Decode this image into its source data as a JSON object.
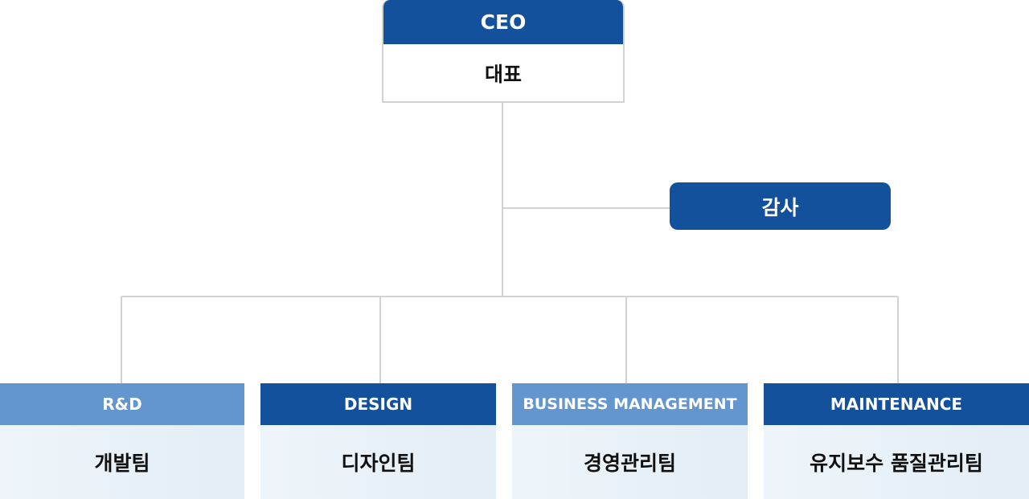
{
  "ceo": {
    "header": "CEO",
    "label": "대표"
  },
  "audit": {
    "label": "감사"
  },
  "teams": [
    {
      "header": "R&D",
      "label": "개발팀"
    },
    {
      "header": "DESIGN",
      "label": "디자인팀"
    },
    {
      "header": "BUSINESS MANAGEMENT",
      "label": "경영관리팀"
    },
    {
      "header": "MAINTENANCE",
      "label": "유지보수 품질관리팀"
    }
  ],
  "colors": {
    "primary_blue": "#13519c",
    "light_blue": "#6395ce",
    "connector": "#d2d2d2",
    "team_body_bg": "#e8f1f7"
  }
}
